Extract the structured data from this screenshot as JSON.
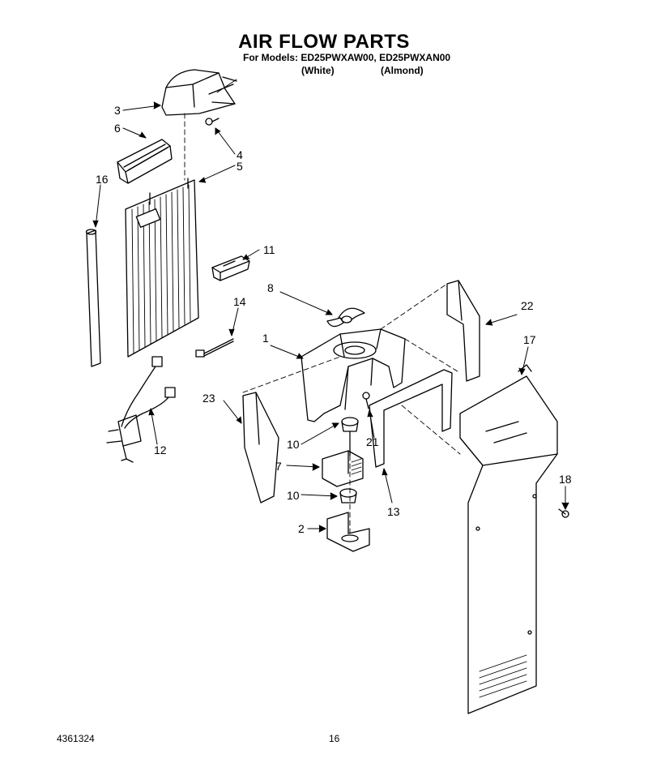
{
  "header": {
    "title": "AIR FLOW PARTS",
    "models_prefix": "For Models:",
    "model_white": "ED25PWXAW00,",
    "model_almond": "ED25PWXAN00",
    "variant_white": "(White)",
    "variant_almond": "(Almond)"
  },
  "callouts": {
    "c1": "1",
    "c2": "2",
    "c3": "3",
    "c4": "4",
    "c5": "5",
    "c6": "6",
    "c7": "7",
    "c8": "8",
    "c10a": "10",
    "c10b": "10",
    "c11": "11",
    "c12": "12",
    "c13": "13",
    "c14": "14",
    "c16": "16",
    "c17": "17",
    "c18": "18",
    "c21": "21",
    "c22": "22",
    "c23": "23"
  },
  "footer": {
    "part_number": "4361324",
    "page_number": "16"
  }
}
